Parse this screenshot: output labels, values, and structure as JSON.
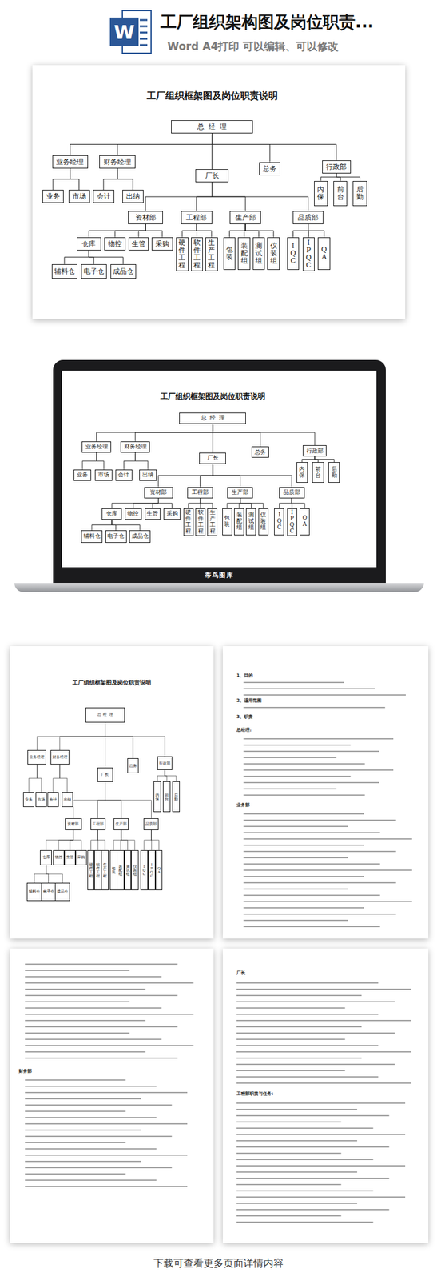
{
  "diagram": {
    "title": "工厂组织架构图及岗位职责...",
    "nodes": [
      {
        "text": [
          "总经理"
        ]
      },
      {
        "text": [
          "业务经理"
        ]
      },
      {
        "text": [
          "财务经理"
        ]
      },
      {
        "text": [
          "厂长"
        ]
      },
      {
        "text": [
          "总务"
        ]
      },
      {
        "text": [
          "行政部"
        ]
      },
      {
        "text": [
          "业务"
        ]
      },
      {
        "text": [
          "市场"
        ]
      },
      {
        "text": [
          "会计"
        ]
      },
      {
        "text": [
          "出纳"
        ]
      },
      {
        "text": [
          "内保"
        ]
      },
      {
        "text": [
          "前台"
        ]
      },
      {
        "text": [
          "后勤"
        ]
      },
      {
        "text": [
          "资材部"
        ]
      },
      {
        "text": [
          "工程部"
        ]
      },
      {
        "text": [
          "生产部"
        ]
      },
      {
        "text": [
          "品质部"
        ]
      },
      {
        "text": [
          "仓库"
        ]
      },
      {
        "text": [
          "物控"
        ]
      },
      {
        "text": [
          "生管"
        ]
      },
      {
        "text": [
          "采购"
        ]
      },
      {
        "text": [
          "硬件工程"
        ]
      },
      {
        "text": [
          "软件工程"
        ]
      },
      {
        "text": [
          "生产工程"
        ]
      },
      {
        "text": [
          "包装"
        ]
      },
      {
        "text": [
          "装配组"
        ]
      },
      {
        "text": [
          "测试组"
        ]
      },
      {
        "text": [
          "仪装组"
        ]
      },
      {
        "text": [
          "IQC"
        ]
      },
      {
        "text": [
          "IPQC"
        ]
      },
      {
        "text": [
          "QA"
        ]
      },
      {
        "text": [
          "辅料仓"
        ]
      },
      {
        "text": [
          "电子仓"
        ]
      },
      {
        "text": [
          "成品仓"
        ]
      },
      {
        "text": [
          "总经理"
        ]
      },
      {
        "text": [
          "业务经理"
        ]
      },
      {
        "text": [
          "财务经理"
        ]
      },
      {
        "text": [
          "厂长"
        ]
      },
      {
        "text": [
          "总务"
        ]
      },
      {
        "text": [
          "行政部"
        ]
      },
      {
        "text": [
          "业务"
        ]
      },
      {
        "text": [
          "市场"
        ]
      },
      {
        "text": [
          "会计"
        ]
      },
      {
        "text": [
          "出纳"
        ]
      },
      {
        "text": [
          "内保"
        ]
      },
      {
        "text": [
          "前台"
        ]
      },
      {
        "text": [
          "后勤"
        ]
      },
      {
        "text": [
          "资材部"
        ]
      },
      {
        "text": [
          "工程部"
        ]
      },
      {
        "text": [
          "生产部"
        ]
      },
      {
        "text": [
          "品质部"
        ]
      },
      {
        "text": [
          "仓库"
        ]
      },
      {
        "text": [
          "物控"
        ]
      },
      {
        "text": [
          "生管"
        ]
      },
      {
        "text": [
          "采购"
        ]
      },
      {
        "text": [
          "硬件工程"
        ]
      },
      {
        "text": [
          "软件工程"
        ]
      },
      {
        "text": [
          "生产工程"
        ]
      },
      {
        "text": [
          "包装"
        ]
      },
      {
        "text": [
          "装配组"
        ]
      },
      {
        "text": [
          "测试组"
        ]
      },
      {
        "text": [
          "仪装组"
        ]
      },
      {
        "text": [
          "IQC"
        ]
      },
      {
        "text": [
          "IPQC"
        ]
      },
      {
        "text": [
          "QA"
        ]
      },
      {
        "text": [
          "辅料仓"
        ]
      },
      {
        "text": [
          "电子仓"
        ]
      },
      {
        "text": [
          "成品仓"
        ]
      },
      {
        "text": [
          "总经理"
        ]
      },
      {
        "text": [
          "业务经理"
        ]
      },
      {
        "text": [
          "财务经理"
        ]
      },
      {
        "text": [
          "厂长"
        ]
      },
      {
        "text": [
          "总务"
        ]
      },
      {
        "text": [
          "行政部"
        ]
      },
      {
        "text": [
          "业务"
        ]
      },
      {
        "text": [
          "市场"
        ]
      },
      {
        "text": [
          "会计"
        ]
      },
      {
        "text": [
          "出纳"
        ]
      },
      {
        "text": [
          "内保"
        ]
      },
      {
        "text": [
          "前台"
        ]
      },
      {
        "text": [
          "后勤"
        ]
      },
      {
        "text": [
          "资材部"
        ]
      },
      {
        "text": [
          "工程部"
        ]
      },
      {
        "text": [
          "生产部"
        ]
      },
      {
        "text": [
          "品质部"
        ]
      },
      {
        "text": [
          "仓库"
        ]
      },
      {
        "text": [
          "物控"
        ]
      },
      {
        "text": [
          "生管"
        ]
      },
      {
        "text": [
          "采购"
        ]
      },
      {
        "text": [
          "硬件工程"
        ]
      },
      {
        "text": [
          "软件工程"
        ]
      },
      {
        "text": [
          "生产工程"
        ]
      },
      {
        "text": [
          "包装"
        ]
      },
      {
        "text": [
          "装配组"
        ]
      },
      {
        "text": [
          "测试组"
        ]
      },
      {
        "text": [
          "仪装组"
        ]
      },
      {
        "text": [
          "IQC"
        ]
      },
      {
        "text": [
          "IPQC"
        ]
      },
      {
        "text": [
          "QA"
        ]
      },
      {
        "text": [
          "辅料仓"
        ]
      },
      {
        "text": [
          "电子仓"
        ]
      },
      {
        "text": [
          "成品仓"
        ]
      }
    ],
    "edges": [
      {
        "from": 0,
        "to": 1,
        "arrow": "none"
      },
      {
        "from": 0,
        "to": 2,
        "arrow": "none"
      },
      {
        "from": 0,
        "to": 3,
        "arrow": "none"
      },
      {
        "from": 0,
        "to": 4,
        "arrow": "none"
      },
      {
        "from": 0,
        "to": 5,
        "arrow": "none"
      },
      {
        "from": 1,
        "to": 6,
        "arrow": "none"
      },
      {
        "from": 1,
        "to": 7,
        "arrow": "none"
      },
      {
        "from": 2,
        "to": 8,
        "arrow": "none"
      },
      {
        "from": 2,
        "to": 9,
        "arrow": "none"
      },
      {
        "from": 5,
        "to": 10,
        "arrow": "none"
      },
      {
        "from": 5,
        "to": 11,
        "arrow": "none"
      },
      {
        "from": 5,
        "to": 12,
        "arrow": "none"
      },
      {
        "from": 3,
        "to": 13,
        "arrow": "none"
      },
      {
        "from": 3,
        "to": 14,
        "arrow": "none"
      },
      {
        "from": 3,
        "to": 15,
        "arrow": "none"
      },
      {
        "from": 3,
        "to": 16,
        "arrow": "none"
      },
      {
        "from": 13,
        "to": 17,
        "arrow": "none"
      },
      {
        "from": 13,
        "to": 18,
        "arrow": "none"
      },
      {
        "from": 13,
        "to": 19,
        "arrow": "none"
      },
      {
        "from": 13,
        "to": 20,
        "arrow": "none"
      },
      {
        "from": 14,
        "to": 21,
        "arrow": "none"
      },
      {
        "from": 14,
        "to": 22,
        "arrow": "none"
      },
      {
        "from": 14,
        "to": 23,
        "arrow": "none"
      },
      {
        "from": 15,
        "to": 24,
        "arrow": "none"
      },
      {
        "from": 15,
        "to": 25,
        "arrow": "none"
      },
      {
        "from": 15,
        "to": 26,
        "arrow": "none"
      },
      {
        "from": 15,
        "to": 27,
        "arrow": "none"
      },
      {
        "from": 16,
        "to": 28,
        "arrow": "none"
      },
      {
        "from": 16,
        "to": 29,
        "arrow": "none"
      },
      {
        "from": 16,
        "to": 30,
        "arrow": "none"
      },
      {
        "from": 17,
        "to": 31,
        "arrow": "none"
      },
      {
        "from": 17,
        "to": 32,
        "arrow": "none"
      },
      {
        "from": 17,
        "to": 33,
        "arrow": "none"
      },
      {
        "from": 34,
        "to": 35,
        "arrow": "none"
      },
      {
        "from": 34,
        "to": 36,
        "arrow": "none"
      },
      {
        "from": 34,
        "to": 37,
        "arrow": "none"
      },
      {
        "from": 34,
        "to": 38,
        "arrow": "none"
      },
      {
        "from": 34,
        "to": 39,
        "arrow": "none"
      },
      {
        "from": 35,
        "to": 40,
        "arrow": "none"
      },
      {
        "from": 35,
        "to": 41,
        "arrow": "none"
      },
      {
        "from": 36,
        "to": 42,
        "arrow": "none"
      },
      {
        "from": 36,
        "to": 43,
        "arrow": "none"
      },
      {
        "from": 39,
        "to": 44,
        "arrow": "none"
      },
      {
        "from": 39,
        "to": 45,
        "arrow": "none"
      },
      {
        "from": 39,
        "to": 46,
        "arrow": "none"
      },
      {
        "from": 37,
        "to": 47,
        "arrow": "none"
      },
      {
        "from": 37,
        "to": 48,
        "arrow": "none"
      },
      {
        "from": 37,
        "to": 49,
        "arrow": "none"
      },
      {
        "from": 37,
        "to": 50,
        "arrow": "none"
      },
      {
        "from": 47,
        "to": 51,
        "arrow": "none"
      },
      {
        "from": 47,
        "to": 52,
        "arrow": "none"
      },
      {
        "from": 47,
        "to": 53,
        "arrow": "none"
      },
      {
        "from": 47,
        "to": 54,
        "arrow": "none"
      },
      {
        "from": 48,
        "to": 55,
        "arrow": "none"
      },
      {
        "from": 48,
        "to": 56,
        "arrow": "none"
      },
      {
        "from": 48,
        "to": 57,
        "arrow": "none"
      },
      {
        "from": 49,
        "to": 58,
        "arrow": "none"
      },
      {
        "from": 49,
        "to": 59,
        "arrow": "none"
      },
      {
        "from": 49,
        "to": 60,
        "arrow": "none"
      },
      {
        "from": 49,
        "to": 61,
        "arrow": "none"
      },
      {
        "from": 50,
        "to": 62,
        "arrow": "none"
      },
      {
        "from": 50,
        "to": 63,
        "arrow": "none"
      },
      {
        "from": 50,
        "to": 64,
        "arrow": "none"
      },
      {
        "from": 51,
        "to": 65,
        "arrow": "none"
      },
      {
        "from": 51,
        "to": 66,
        "arrow": "none"
      },
      {
        "from": 51,
        "to": 67,
        "arrow": "none"
      },
      {
        "from": 68,
        "to": 69,
        "arrow": "none"
      },
      {
        "from": 68,
        "to": 70,
        "arrow": "none"
      },
      {
        "from": 68,
        "to": 71,
        "arrow": "none"
      },
      {
        "from": 68,
        "to": 72,
        "arrow": "none"
      },
      {
        "from": 68,
        "to": 73,
        "arrow": "none"
      },
      {
        "from": 69,
        "to": 74,
        "arrow": "none"
      },
      {
        "from": 69,
        "to": 75,
        "arrow": "none"
      },
      {
        "from": 70,
        "to": 76,
        "arrow": "none"
      },
      {
        "from": 70,
        "to": 77,
        "arrow": "none"
      },
      {
        "from": 73,
        "to": 78,
        "arrow": "none"
      },
      {
        "from": 73,
        "to": 79,
        "arrow": "none"
      },
      {
        "from": 73,
        "to": 80,
        "arrow": "none"
      },
      {
        "from": 71,
        "to": 81,
        "arrow": "none"
      },
      {
        "from": 71,
        "to": 82,
        "arrow": "none"
      },
      {
        "from": 71,
        "to": 83,
        "arrow": "none"
      },
      {
        "from": 71,
        "to": 84,
        "arrow": "none"
      },
      {
        "from": 81,
        "to": 85,
        "arrow": "none"
      },
      {
        "from": 81,
        "to": 86,
        "arrow": "none"
      },
      {
        "from": 81,
        "to": 87,
        "arrow": "none"
      },
      {
        "from": 81,
        "to": 88,
        "arrow": "none"
      },
      {
        "from": 82,
        "to": 89,
        "arrow": "none"
      },
      {
        "from": 82,
        "to": 90,
        "arrow": "none"
      },
      {
        "from": 82,
        "to": 91,
        "arrow": "none"
      },
      {
        "from": 83,
        "to": 92,
        "arrow": "none"
      },
      {
        "from": 83,
        "to": 93,
        "arrow": "none"
      },
      {
        "from": 83,
        "to": 94,
        "arrow": "none"
      },
      {
        "from": 83,
        "to": 95,
        "arrow": "none"
      },
      {
        "from": 84,
        "to": 96,
        "arrow": "none"
      },
      {
        "from": 84,
        "to": 97,
        "arrow": "none"
      },
      {
        "from": 84,
        "to": 98,
        "arrow": "none"
      },
      {
        "from": 85,
        "to": 99,
        "arrow": "none"
      },
      {
        "from": 85,
        "to": 100,
        "arrow": "none"
      },
      {
        "from": 85,
        "to": 101,
        "arrow": "none"
      }
    ],
    "labels": [
      "Word A4打印 可以编辑、可以修改",
      "工厂组织框架图及岗位职责说明",
      "工厂组织框架图及岗位职责说明",
      "蒂鸟图库",
      "工厂组织框架图及岗位职责说明",
      "1、目的",
      "2、适用范围",
      "3、职责",
      "总经理:",
      "业务部",
      "财务部",
      "厂长",
      "工程部职责与任务:",
      "下载可查看更多页面详情内容",
      "W"
    ]
  }
}
